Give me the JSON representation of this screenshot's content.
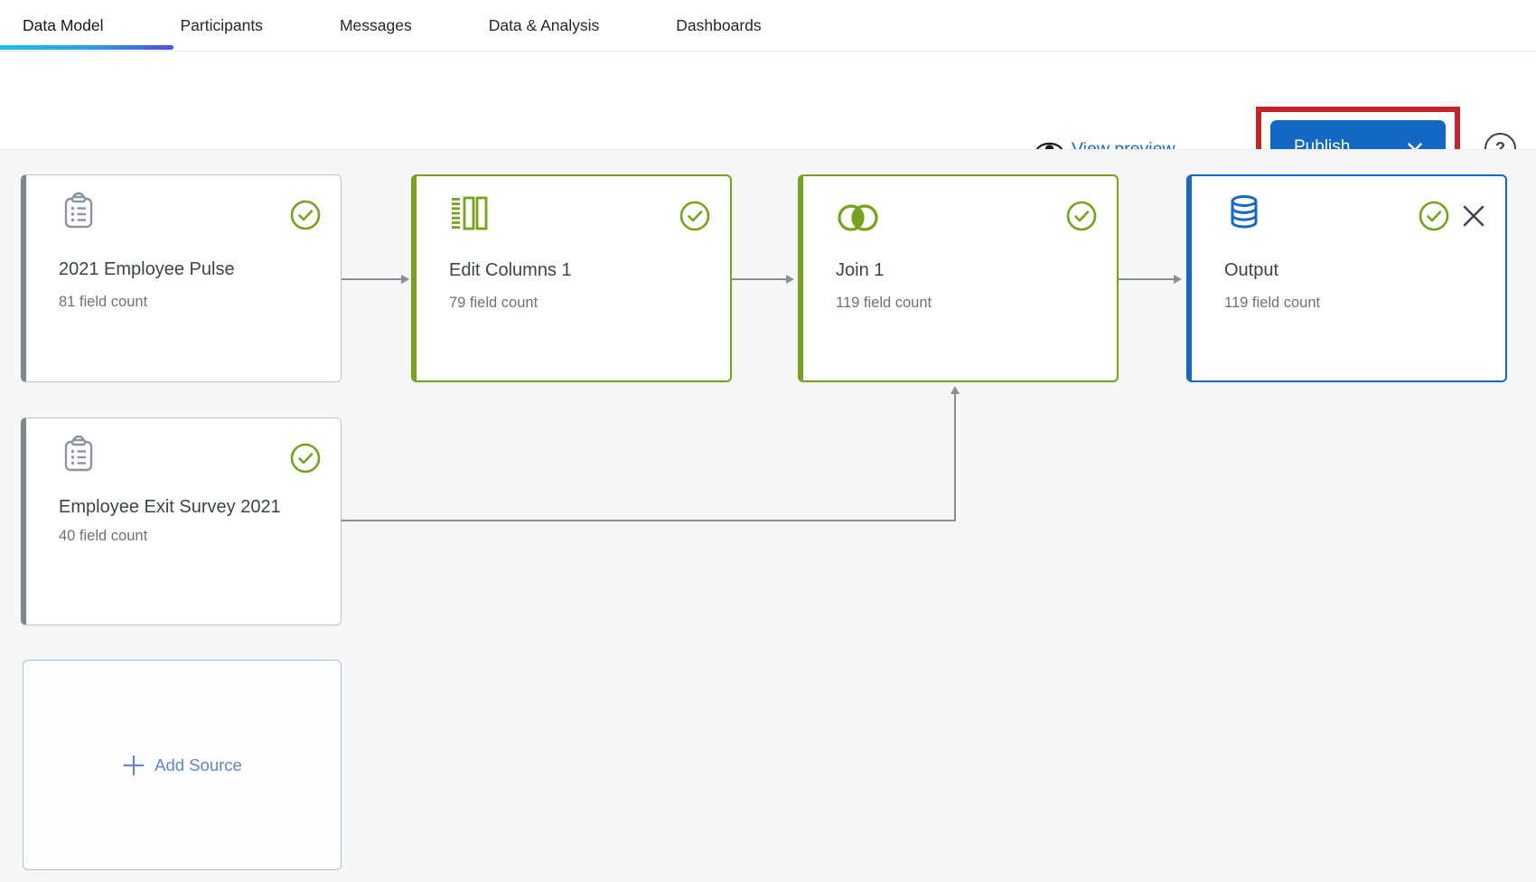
{
  "tabs": {
    "items": [
      {
        "label": "Data Model",
        "active": true
      },
      {
        "label": "Participants",
        "active": false
      },
      {
        "label": "Messages",
        "active": false
      },
      {
        "label": "Data & Analysis",
        "active": false
      },
      {
        "label": "Dashboards",
        "active": false
      }
    ]
  },
  "header": {
    "view_preview_label": "View preview",
    "publish_label": "Publish",
    "help_label": "?"
  },
  "cards": [
    {
      "title": "2021 Employee Pulse",
      "subtitle": "81 field count",
      "type": "survey-source",
      "status": "valid"
    },
    {
      "title": "Edit Columns 1",
      "subtitle": "79 field count",
      "type": "edit-columns",
      "status": "valid"
    },
    {
      "title": "Join 1",
      "subtitle": "119 field count",
      "type": "join",
      "status": "valid"
    },
    {
      "title": "Output",
      "subtitle": "119 field count",
      "type": "output",
      "status": "valid",
      "closable": true
    },
    {
      "title": "Employee Exit Survey 2021",
      "subtitle": "40 field count",
      "type": "survey-source",
      "status": "valid"
    }
  ],
  "add_source": {
    "label": "Add Source"
  },
  "colors": {
    "accent_blue": "#1268c3",
    "link_blue": "#1268c9",
    "node_green": "#76a21c",
    "node_blue": "#1668c9",
    "node_gray": "#7e868e",
    "highlight_red": "#c2242a",
    "connector_gray": "#878f98",
    "tab_gradient_start": "#14c3e4",
    "tab_gradient_end": "#4e4fe1",
    "canvas_bg": "#f7f7f8"
  }
}
